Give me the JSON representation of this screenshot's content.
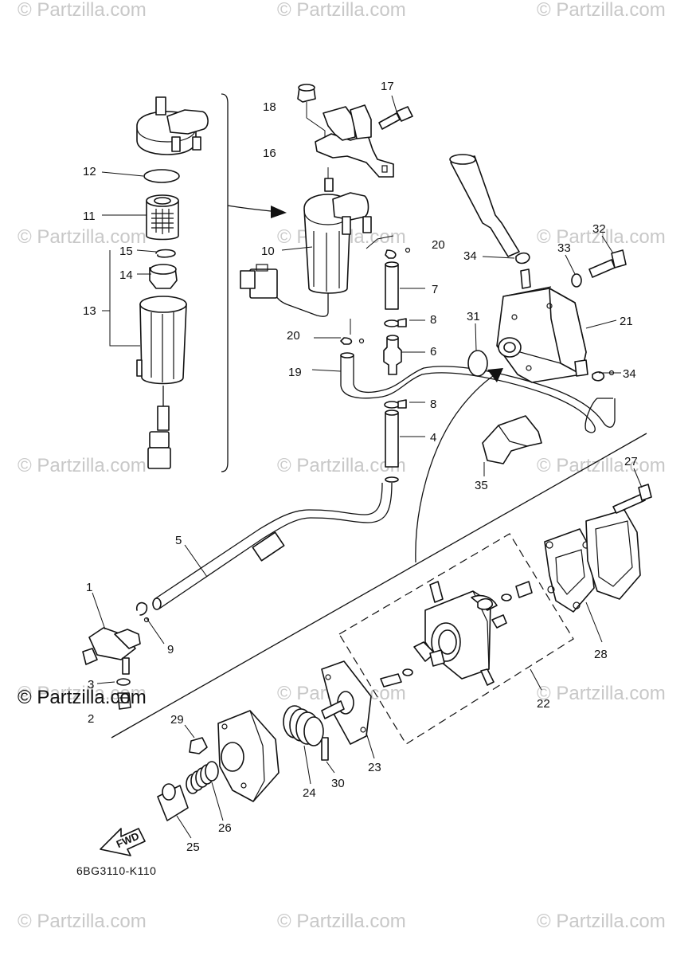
{
  "watermarks": [
    "© Partzilla.com",
    "© Partzilla.com",
    "© Partzilla.com",
    "© Partzilla.com",
    "© Partzilla.com",
    "© Partzilla.com",
    "© Partzilla.com",
    "© Partzilla.com",
    "© Partzilla.com",
    "© Partzilla.com",
    "© Partzilla.com",
    "© Partzilla.com",
    "© Partzilla.com",
    "© Partzilla.com",
    "© Partzilla.com"
  ],
  "copyright": "© Partzilla.com",
  "diagram_code": "6BG3110-K110",
  "fwd_label": "FWD",
  "callouts": {
    "c1": "1",
    "c2": "2",
    "c3": "3",
    "c4": "4",
    "c5": "5",
    "c6": "6",
    "c7": "7",
    "c8a": "8",
    "c8b": "8",
    "c9": "9",
    "c10": "10",
    "c11": "11",
    "c12": "12",
    "c13": "13",
    "c14": "14",
    "c15": "15",
    "c16": "16",
    "c17": "17",
    "c18": "18",
    "c19": "19",
    "c20a": "20",
    "c20b": "20",
    "c21": "21",
    "c22": "22",
    "c23": "23",
    "c24": "24",
    "c25": "25",
    "c26": "26",
    "c27": "27",
    "c28": "28",
    "c29": "29",
    "c30": "30",
    "c31": "31",
    "c32": "32",
    "c33": "33",
    "c34a": "34",
    "c34b": "34",
    "c35": "35"
  }
}
